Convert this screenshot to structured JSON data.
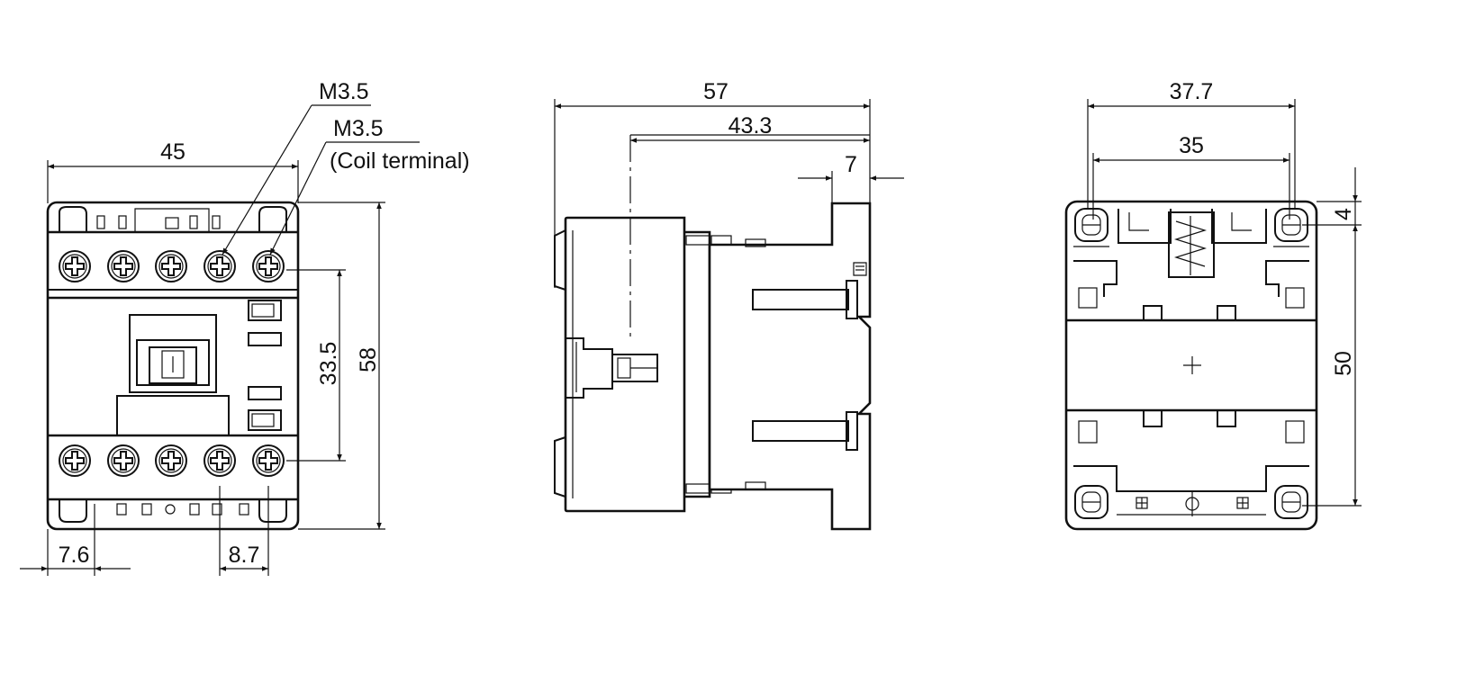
{
  "drawing": {
    "front_view": {
      "thread_power_terminal": "M3.5",
      "thread_coil_terminal": "M3.5",
      "coil_terminal_note": "(Coil terminal)",
      "width": "45",
      "height": "58",
      "terminal_row_spacing": "33.5",
      "edge_to_first_terminal": "7.6",
      "terminal_pitch": "8.7"
    },
    "side_view": {
      "overall_depth": "57",
      "depth_to_mounting_face": "43.3",
      "din_rail_offset": "7"
    },
    "rear_view": {
      "outer_hole_span": "37.7",
      "mounting_hole_span": "35",
      "top_hole_offset": "4",
      "mounting_hole_vertical": "50"
    },
    "line_color": "#111111"
  }
}
